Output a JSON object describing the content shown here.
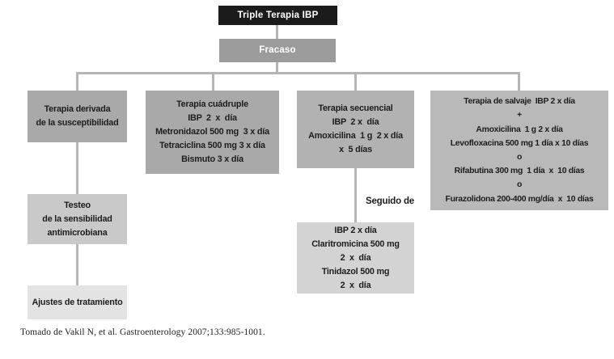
{
  "flowchart": {
    "title": "Triple Terapia IBP",
    "nodes": {
      "root": {
        "label": "Triple Terapia IBP"
      },
      "fracaso": {
        "label": "Fracaso"
      },
      "derivada": {
        "lines": [
          "Terapia derivada",
          "de la susceptibilidad"
        ]
      },
      "cuadruple": {
        "lines": [
          "Terapia cuádruple",
          "IBP  2  x  día",
          "Metronidazol 500 mg  3 x día",
          "Tetraciclina 500 mg 3 x día",
          "Bismuto 3 x día"
        ]
      },
      "secuencial": {
        "lines": [
          "Terapia secuencial",
          "IBP  2 x  día",
          "Amoxicilina  1 g  2 x día",
          "x  5 días"
        ]
      },
      "salvaje": {
        "lines": [
          "Terapia de salvaje  IBP 2 x día",
          "+",
          "Amoxicilina  1 g 2 x día",
          "Levofloxacina 500 mg 1 día x 10 días",
          "o",
          "Rifabutina 300 mg  1 día  x  10 días",
          "o",
          "Furazolidona 200-400 mg/día  x  10 días"
        ]
      },
      "testeo": {
        "lines": [
          "Testeo",
          "de la sensibilidad",
          "antimicrobiana"
        ]
      },
      "ajustes": {
        "lines": [
          "Ajustes de tratamiento"
        ]
      },
      "seguido": {
        "label": "Seguido de",
        "lines": [
          "IBP 2 x día",
          "Claritromicina 500 mg",
          "2  x  día",
          "Tinidazol 500 mg",
          "2  x  día"
        ]
      }
    },
    "citation": "Tomado de Vakil N, et al. Gastroenterology 2007;133:985-1001.",
    "colors": {
      "root_bg": "#1b1b1b",
      "fracaso_bg": "#9b9b9b",
      "derivada_bg": "#a9a9a9",
      "cuadruple_bg": "#a9a9a9",
      "secuencial_bg": "#b2b2b2",
      "salvaje_bg": "#b9b9b9",
      "testeo_bg": "#c9c9c9",
      "seguido_bg": "#d3d3d3",
      "ajustes_bg": "#e3e3e3",
      "connector": "#b5b5b5",
      "text_dark": "#1d1d1d",
      "text_light": "#ffffff"
    }
  }
}
